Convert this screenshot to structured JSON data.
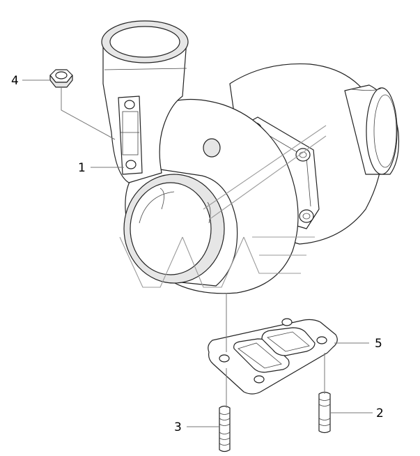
{
  "diagram": {
    "callouts": [
      {
        "id": "1",
        "label": "1"
      },
      {
        "id": "2",
        "label": "2"
      },
      {
        "id": "3",
        "label": "3"
      },
      {
        "id": "4",
        "label": "4"
      },
      {
        "id": "5",
        "label": "5"
      }
    ]
  },
  "colors": {
    "line": "#222222",
    "leader": "#777777",
    "shade": "#e6e6e6",
    "watermark": "#9a9a9a"
  }
}
